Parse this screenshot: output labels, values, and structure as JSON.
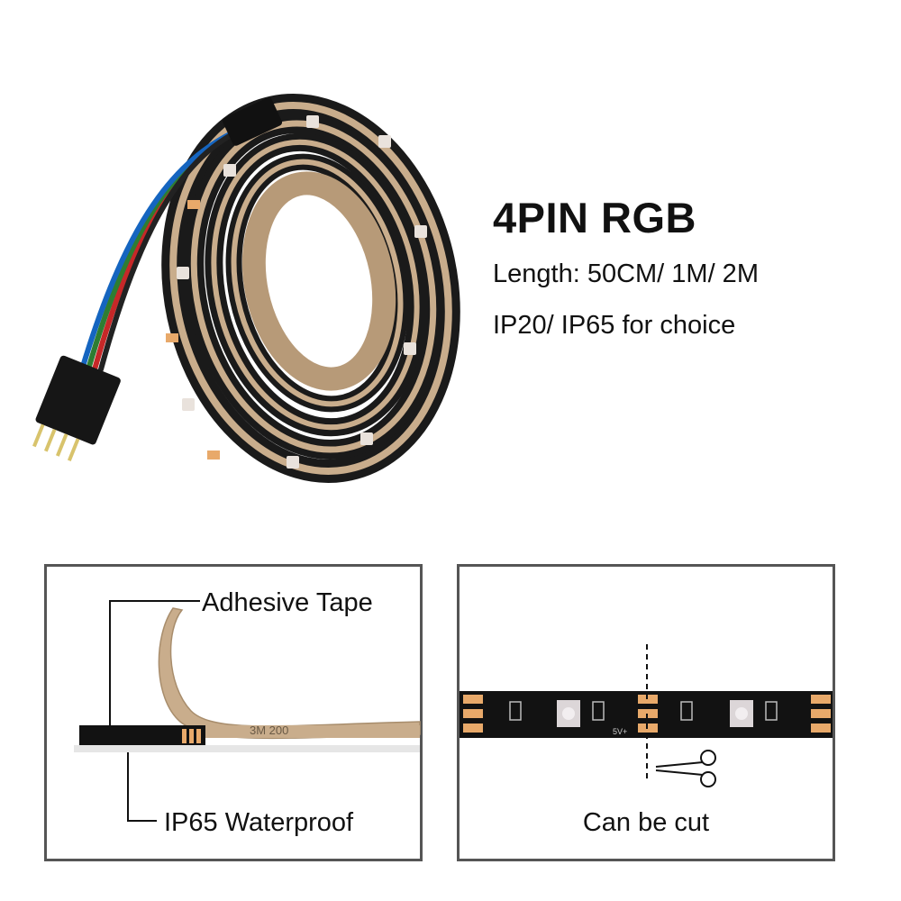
{
  "product": {
    "title": "4PIN RGB",
    "length": "Length: 50CM/ 1M/ 2M",
    "ip_rating": "IP20/ IP65 for choice"
  },
  "panels": {
    "adhesive": {
      "label_top": "Adhesive Tape",
      "label_bottom": "IP65 Waterproof",
      "tape_marking": "3M 200"
    },
    "cut": {
      "label": "Can be cut",
      "strip_marking": "5V+"
    }
  },
  "colors": {
    "strip": "#121212",
    "tape": "#c9ad8c",
    "copper": "#e8a96a",
    "wire_red": "#c62828",
    "wire_green": "#2e7d32",
    "wire_blue": "#1565c0",
    "wire_black": "#222222"
  },
  "icons": {
    "scissors": "scissors-icon",
    "cut_line": "dashed-cut-line"
  }
}
